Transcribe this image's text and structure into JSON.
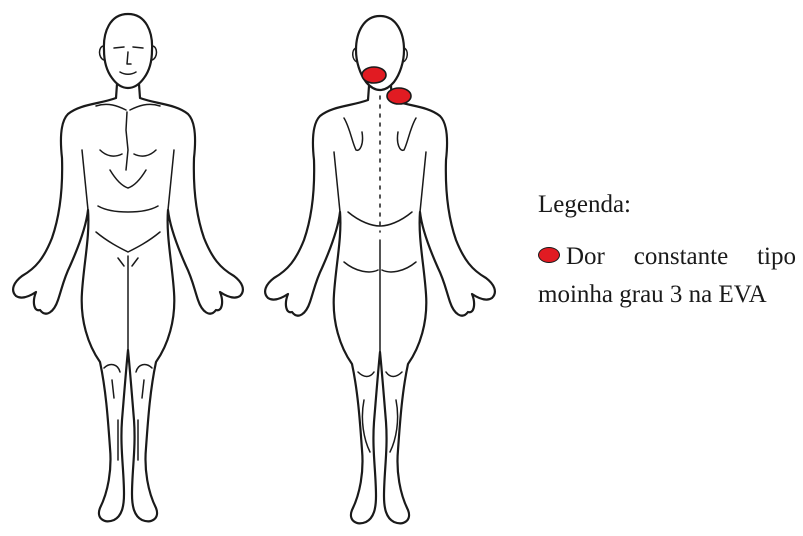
{
  "legend": {
    "title": "Legenda:",
    "item_text": "Dor constante tipo moinha grau 3 na EVA",
    "marker_color": "#e11b22",
    "marker_icon": "red-oval"
  },
  "figures": {
    "front": "human-body-front-icon",
    "back": "human-body-back-icon"
  },
  "pain_markers": [
    {
      "view": "back",
      "region": "left upper neck"
    },
    {
      "view": "back",
      "region": "right lower neck / trapezius"
    }
  ]
}
